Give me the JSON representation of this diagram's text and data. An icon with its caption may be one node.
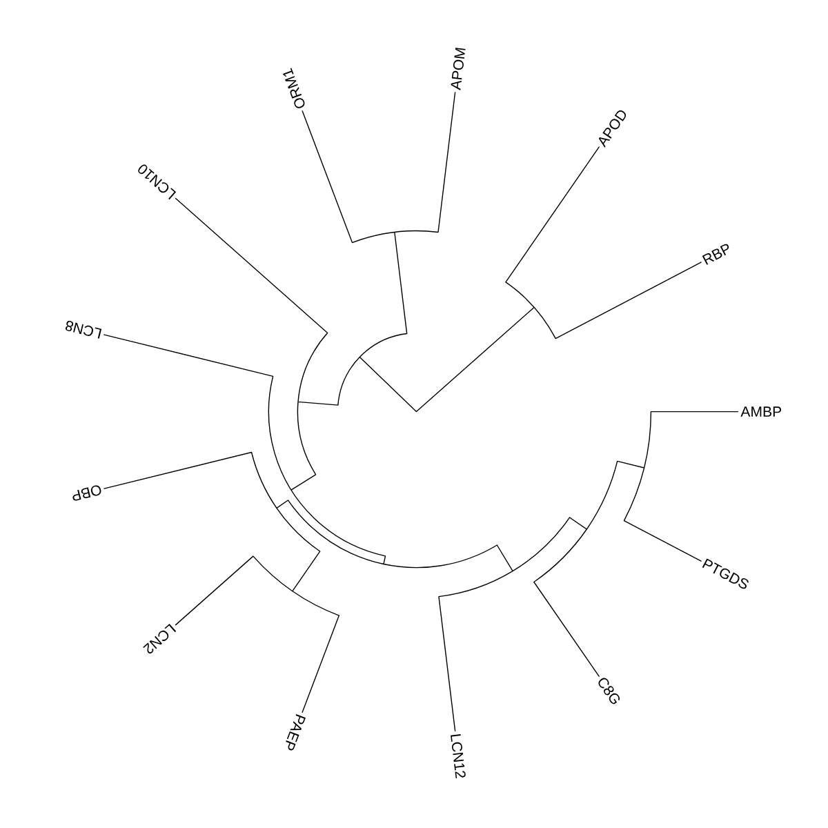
{
  "diagram": {
    "labels": [
      "AMBP",
      "RBP",
      "APOD",
      "APOM",
      "ORM1",
      "LCN10",
      "LCN8",
      "OBP",
      "LCN2",
      "PAEP",
      "LCN12",
      "C8G",
      "PTGDS"
    ]
  }
}
